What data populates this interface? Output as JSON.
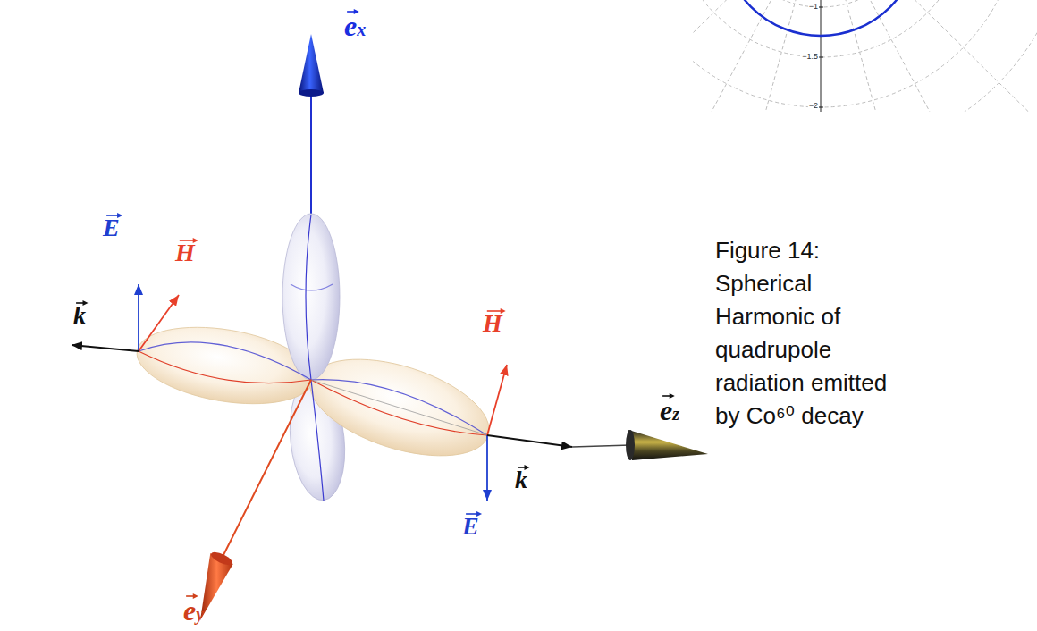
{
  "diagram": {
    "caption": "Figure 14: Spherical Harmonic of quadrupole radiation emitted by Co⁶⁰ decay",
    "labels": [
      "ex",
      "E",
      "H",
      "k",
      "H",
      "k",
      "E",
      "ez",
      "ey",
      "−1",
      "−1.5",
      "−2"
    ]
  }
}
